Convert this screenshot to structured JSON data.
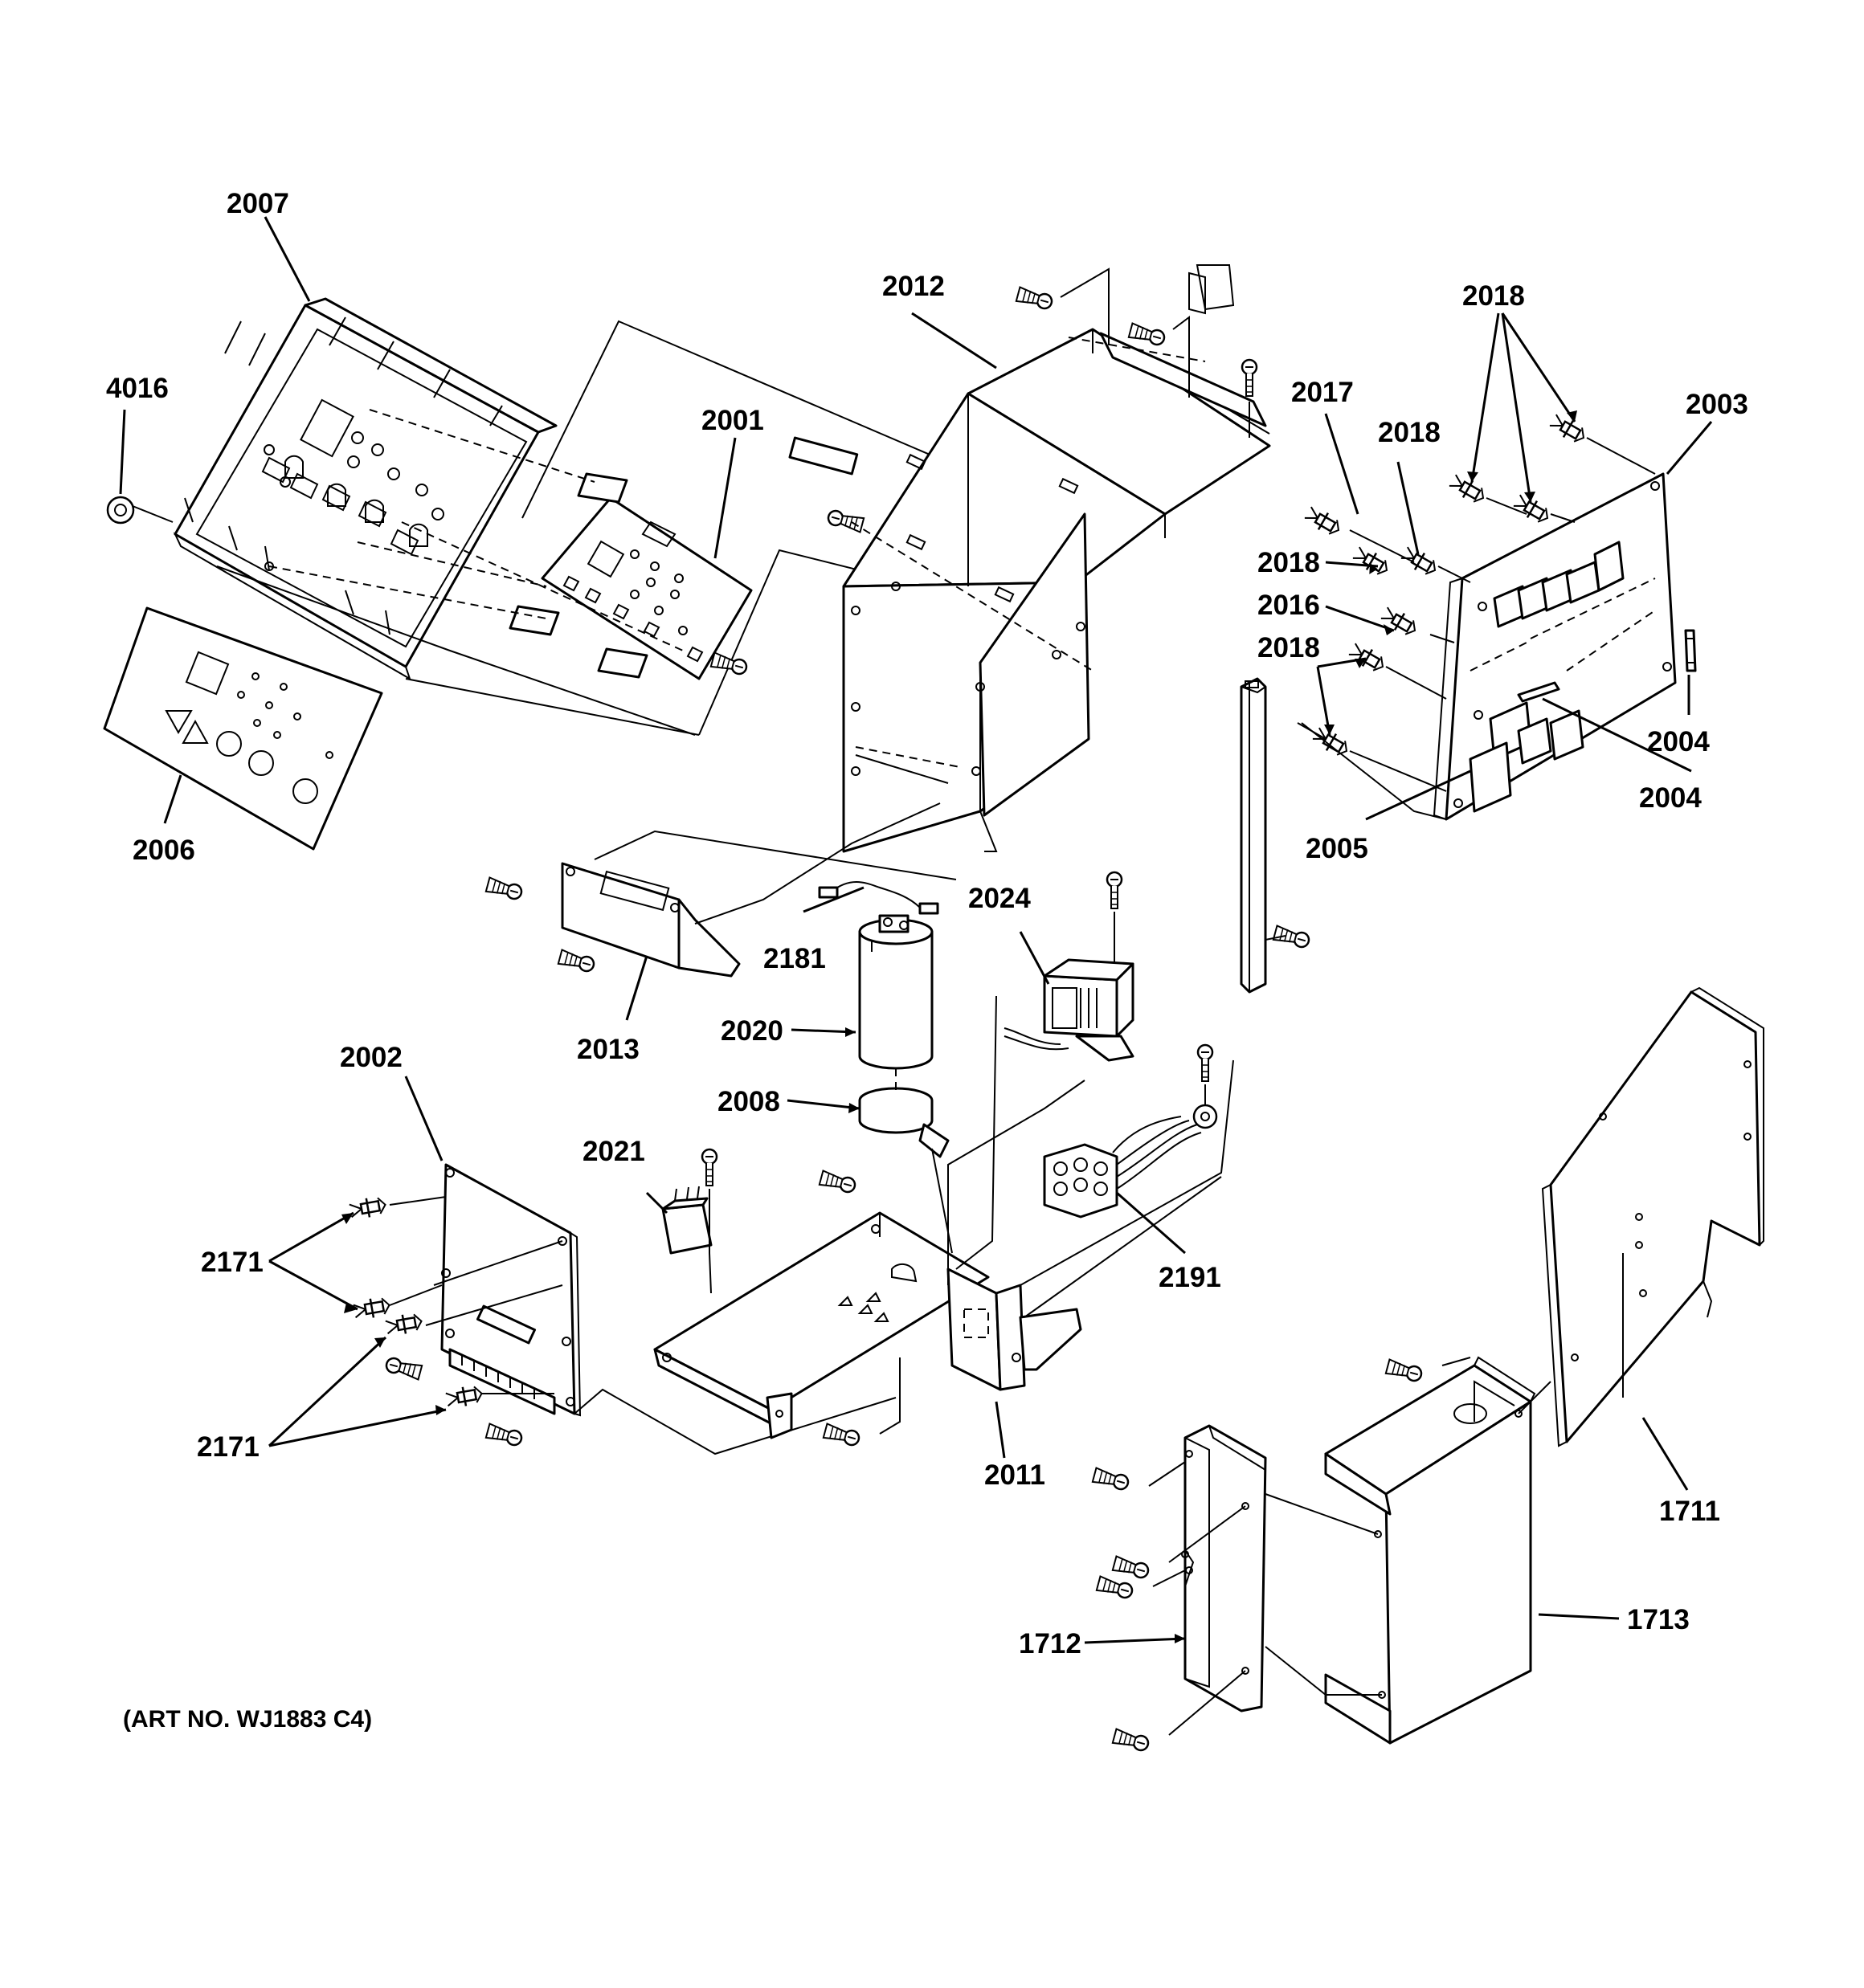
{
  "art_number": "(ART NO. WJ1883 C4)",
  "callouts": {
    "c2007": "2007",
    "c4016": "4016",
    "c2001": "2001",
    "c2006": "2006",
    "c2012": "2012",
    "c2018a": "2018",
    "c2003": "2003",
    "c2017": "2017",
    "c2018b": "2018",
    "c2018c": "2018",
    "c2016": "2016",
    "c2018d": "2018",
    "c2004a": "2004",
    "c2004b": "2004",
    "c2005": "2005",
    "c2013": "2013",
    "c2181": "2181",
    "c2024": "2024",
    "c2020": "2020",
    "c2008": "2008",
    "c2002": "2002",
    "c2021": "2021",
    "c2191": "2191",
    "c2171a": "2171",
    "c2171b": "2171",
    "c2011": "2011",
    "c1711": "1711",
    "c1712": "1712",
    "c1713": "1713"
  }
}
